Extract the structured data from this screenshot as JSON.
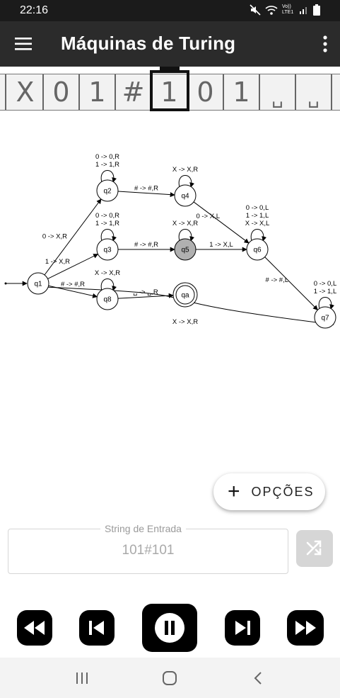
{
  "status": {
    "time": "22:16",
    "net_label": "Vo)) LTE1"
  },
  "app": {
    "title": "Máquinas de Turing"
  },
  "tape": {
    "cells": [
      "X",
      "0",
      "1",
      "#",
      "1",
      "0",
      "1",
      "␣",
      "␣"
    ],
    "head_index": 4
  },
  "graph": {
    "start_state": "q1",
    "current_state": "q5",
    "accept_state": "qa",
    "states": [
      {
        "name": "q1"
      },
      {
        "name": "q2"
      },
      {
        "name": "q3"
      },
      {
        "name": "q4"
      },
      {
        "name": "q5"
      },
      {
        "name": "q6"
      },
      {
        "name": "q7"
      },
      {
        "name": "q8"
      },
      {
        "name": "qa"
      }
    ],
    "transitions": [
      {
        "from": "q2",
        "to": "q2",
        "labels": [
          "0 -> 0,R",
          "1 -> 1,R"
        ]
      },
      {
        "from": "q2",
        "to": "q4",
        "labels": [
          "# -> #,R"
        ]
      },
      {
        "from": "q4",
        "to": "q4",
        "labels": [
          "X -> X,R"
        ]
      },
      {
        "from": "q1",
        "to": "q2",
        "labels": [
          "0 -> X,R"
        ]
      },
      {
        "from": "q4",
        "to": "q6",
        "labels": [
          "0 -> X,L"
        ]
      },
      {
        "from": "q3",
        "to": "q3",
        "labels": [
          "0 -> 0,R",
          "1 -> 1,R"
        ]
      },
      {
        "from": "q5",
        "to": "q5",
        "labels": [
          "X -> X,R"
        ]
      },
      {
        "from": "q6",
        "to": "q6",
        "labels": [
          "0 -> 0,L",
          "1 -> 1,L",
          "X -> X,L"
        ]
      },
      {
        "from": "q3",
        "to": "q5",
        "labels": [
          "# -> #,R"
        ]
      },
      {
        "from": "q5",
        "to": "q6",
        "labels": [
          "1 -> X,L"
        ]
      },
      {
        "from": "q1",
        "to": "q3",
        "labels": [
          "1 -> X,R"
        ]
      },
      {
        "from": "q8",
        "to": "q8",
        "labels": [
          "X -> X,R"
        ]
      },
      {
        "from": "q1",
        "to": "q8",
        "labels": [
          "# -> #,R"
        ]
      },
      {
        "from": "q8",
        "to": "qa",
        "labels": [
          "␣ -> ␣,R"
        ]
      },
      {
        "from": "q6",
        "to": "q7",
        "labels": [
          "# -> #,L"
        ]
      },
      {
        "from": "q7",
        "to": "q7",
        "labels": [
          "0 -> 0,L",
          "1 -> 1,L"
        ]
      },
      {
        "from": "q7",
        "to": "q1",
        "labels": [
          "X -> X,R"
        ]
      }
    ]
  },
  "fab": {
    "label": "OPÇÕES"
  },
  "input": {
    "label": "String de Entrada",
    "value": "101#101"
  },
  "icons": {
    "menu": "menu-icon",
    "more": "more-vert-icon",
    "plus": "plus-icon",
    "shuffle": "shuffle-icon",
    "rewind": "fast-rewind-icon",
    "prev": "skip-previous-icon",
    "pause": "pause-icon",
    "next": "skip-next-icon",
    "forward": "fast-forward-icon",
    "recents": "recents-icon",
    "home": "home-icon",
    "back": "back-icon"
  }
}
